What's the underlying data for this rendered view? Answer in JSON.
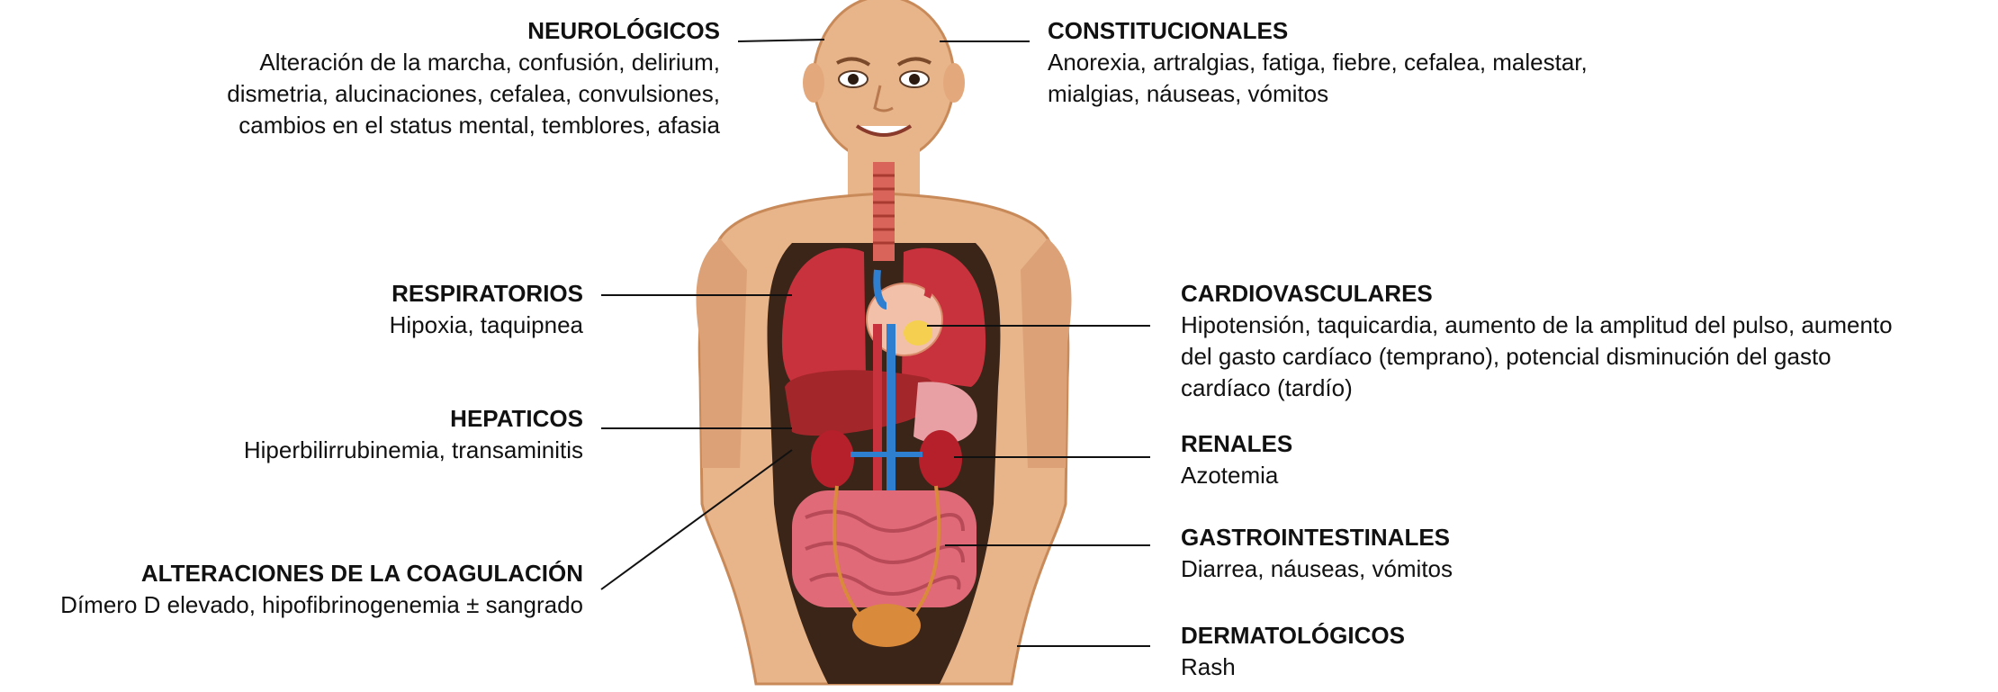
{
  "labels": {
    "neurologicos": {
      "title": "NEUROLÓGICOS",
      "lines": [
        "Alteración de la marcha, confusión, delirium,",
        "dismetria, alucinaciones, cefalea, convulsiones,",
        "cambios en el status mental, temblores, afasia"
      ]
    },
    "constitucionales": {
      "title": "CONSTITUCIONALES",
      "lines": [
        "Anorexia, artralgias, fatiga, fiebre, cefalea, malestar,",
        "mialgias, náuseas, vómitos"
      ]
    },
    "respiratorios": {
      "title": "RESPIRATORIOS",
      "lines": [
        "Hipoxia, taquipnea"
      ]
    },
    "cardiovasculares": {
      "title": "CARDIOVASCULARES",
      "lines": [
        "Hipotensión, taquicardia, aumento de la amplitud del pulso, aumento",
        "del gasto cardíaco (temprano), potencial disminución del gasto",
        "cardíaco (tardío)"
      ]
    },
    "hepaticos": {
      "title": "HEPATICOS",
      "lines": [
        "Hiperbilirrubinemia, transaminitis"
      ]
    },
    "renales": {
      "title": "RENALES",
      "lines": [
        "Azotemia"
      ]
    },
    "coagulacion": {
      "title": "ALTERACIONES DE LA COAGULACIÓN",
      "lines": [
        "Dímero D elevado, hipofibrinogenemia ± sangrado"
      ]
    },
    "gastrointestinales": {
      "title": "GASTROINTESTINALES",
      "lines": [
        "Diarrea, náuseas, vómitos"
      ]
    },
    "dermatologicos": {
      "title": "DERMATOLÓGICOS",
      "lines": [
        "Rash"
      ]
    }
  },
  "colors": {
    "skin": "#e8b48a",
    "skin_dark": "#c98a5a",
    "cavity": "#3b2418",
    "lung": "#c8323c",
    "liver": "#a3262b",
    "intestine": "#e06a78",
    "kidney": "#b5202a",
    "vessel_blue": "#2f7fd0",
    "trachea": "#d9645a",
    "bladder": "#d98a3a"
  }
}
